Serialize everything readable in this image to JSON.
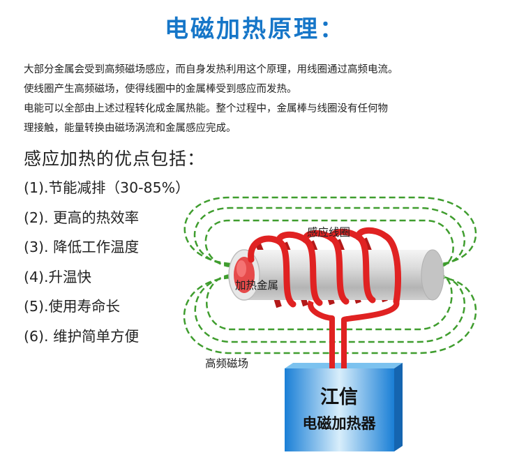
{
  "title": "电磁加热原理：",
  "description": {
    "lines": [
      "大部分金属会受到高频磁场感应，而自身发热利用这个原理，用线圈通过高频电流。",
      "使线圈产生高频磁场，使得线圈中的金属棒受到感应而发热。",
      "电能可以全部由上述过程转化成金属热能。整个过程中，金属棒与线圈没有任何物",
      "理接触，能量转换由磁场涡流和金属感应完成。"
    ]
  },
  "advantages": {
    "heading": "感应加热的优点包括：",
    "items": [
      "(1).节能减排（30-85%）",
      "(2). 更高的热效率",
      "(3). 降低工作温度",
      "(4).升温快",
      "(5).使用寿命长",
      "(6). 维护简单方便"
    ]
  },
  "diagram": {
    "coil_label": "感应线圈",
    "metal_label": "加热金属",
    "field_label": "高频磁场",
    "box_brand": "江信",
    "box_product": "电磁加热器"
  },
  "colors": {
    "title": "#1676c8",
    "coil": "#e02222",
    "field_lines": "#3f9d2e",
    "box": "#1e8fe0"
  }
}
